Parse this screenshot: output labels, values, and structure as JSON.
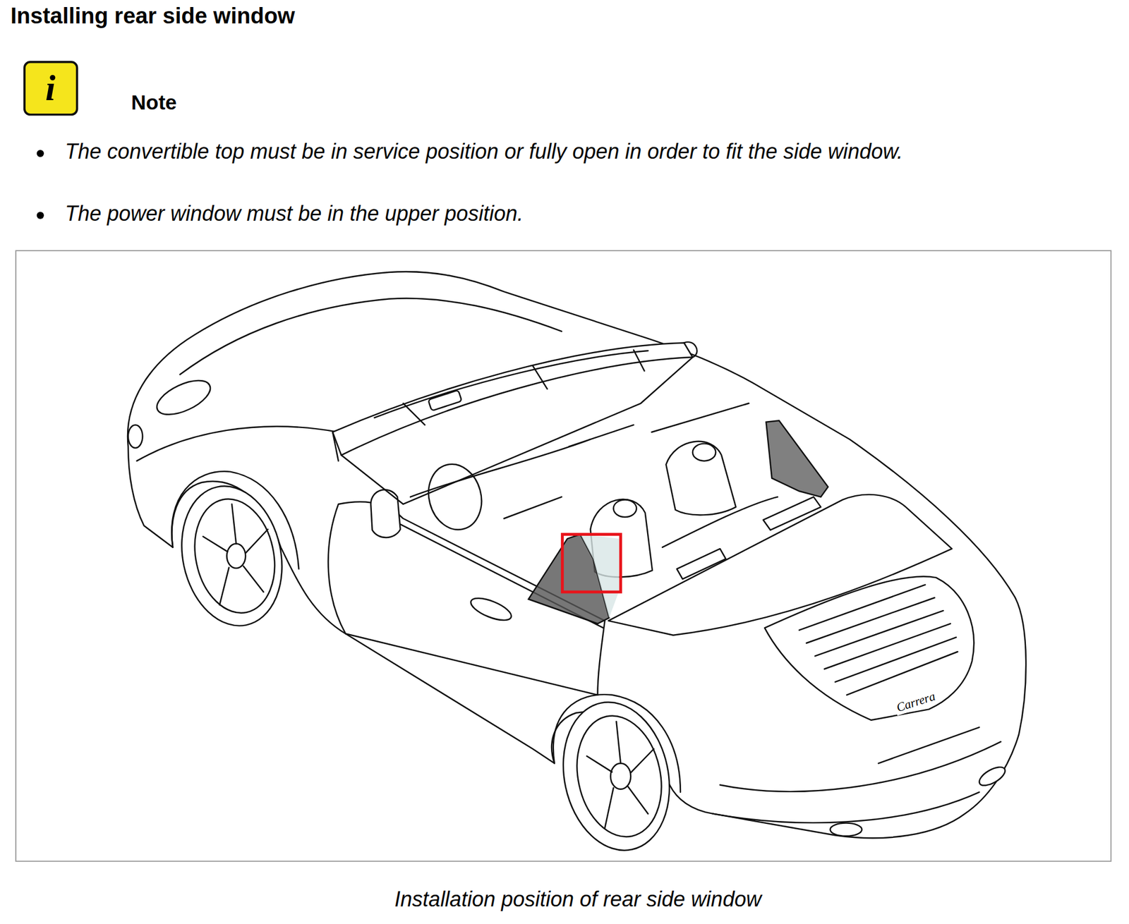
{
  "diagram": {
    "title": "Installing rear side window",
    "caption": "Installation position of rear side window",
    "labels": [
      "i",
      "Note",
      "The convertible top must be in service position or fully open in order to fit the side window.",
      "The power window must be in the upper position.",
      "Carrera"
    ]
  }
}
